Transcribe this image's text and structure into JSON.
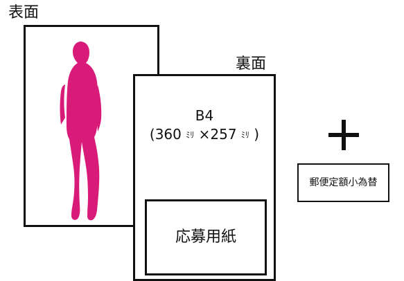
{
  "labels": {
    "front": "表面",
    "back": "裏面"
  },
  "back_card": {
    "size_name": "B4",
    "dimensions_prefix": "(360",
    "unit_1": "ﾐﾘ",
    "times": "×257",
    "unit_2": "ﾐﾘ",
    "dimensions_suffix": ")"
  },
  "form_box": {
    "label": "応募用紙"
  },
  "plus_sign": "+",
  "postal_box": {
    "label": "郵便定額小為替"
  },
  "colors": {
    "silhouette": "#d81b79",
    "stroke": "#111111",
    "background": "#ffffff"
  },
  "icons": {
    "front_image": "person-silhouette-icon",
    "plus": "plus-icon"
  }
}
